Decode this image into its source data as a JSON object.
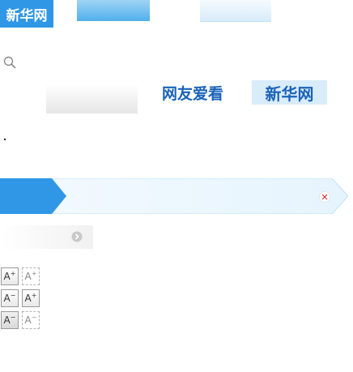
{
  "header": {
    "brand_logo_text": "新华网",
    "wangyou_logo_text": "网友爱看",
    "xinhua_logo_text": "新华网"
  },
  "icons": {
    "search": "search-icon",
    "close": "close-icon",
    "arrow": "chevron-right-circle-icon"
  },
  "colors": {
    "brand_blue": "#2f97e6",
    "banner_blue": "#2f97e6",
    "banner_light": "#eaf6fe",
    "logo_text_blue": "#1a63b8"
  },
  "font_size_controls": {
    "increase_label": "A",
    "increase_sign": "+",
    "decrease_label": "A",
    "decrease_sign": "−"
  }
}
